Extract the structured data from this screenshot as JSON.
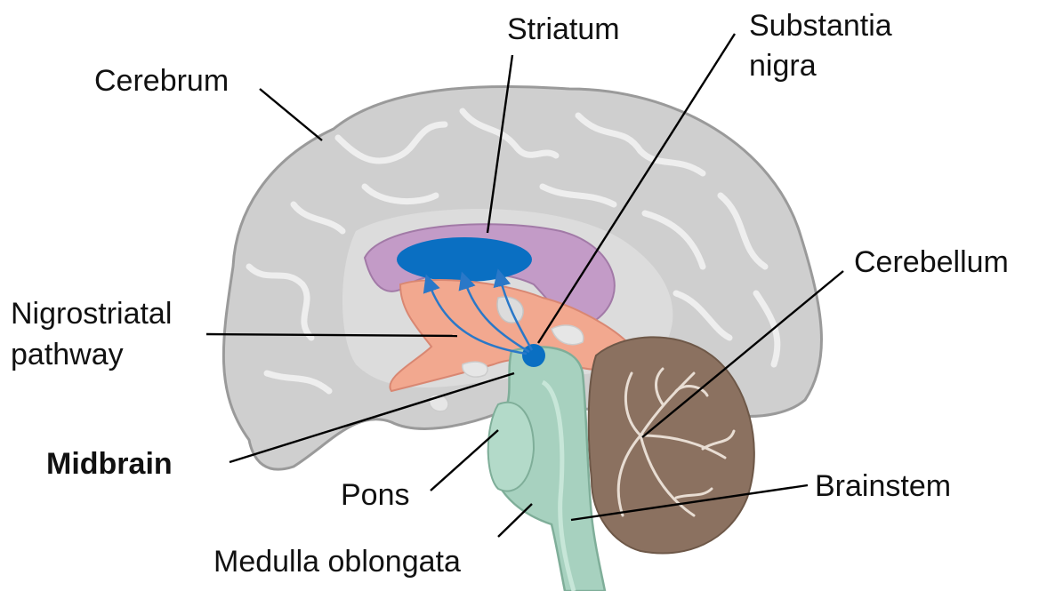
{
  "labels": {
    "cerebrum": "Cerebrum",
    "striatum": "Striatum",
    "substantia_line1": "Substantia",
    "substantia_line2": "nigra",
    "cerebellum": "Cerebellum",
    "nigro_line1": "Nigrostriatal",
    "nigro_line2": "pathway",
    "midbrain": "Midbrain",
    "pons": "Pons",
    "brainstem": "Brainstem",
    "medulla": "Medulla oblongata"
  },
  "colors": {
    "cerebrum_fill": "#cfcfcf",
    "cerebrum_outline": "#9a9a9a",
    "gyri_highlight": "#eeeeee",
    "striatum_purple": "#c39bc7",
    "striatum_blue": "#0a6fc2",
    "diencephalon_salmon": "#f2a88f",
    "brainstem_green": "#a7d1bf",
    "cerebellum_brown": "#8b7160",
    "pathway_blue": "#2a78c8"
  }
}
